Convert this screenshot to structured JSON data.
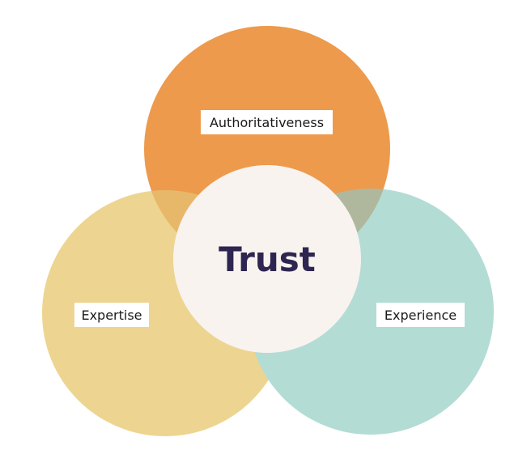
{
  "diagram": {
    "center_label": "Trust",
    "circles": [
      {
        "key": "top",
        "label": "Authoritativeness",
        "color": "#ED9A4C"
      },
      {
        "key": "left",
        "label": "Expertise",
        "color": "#EDD591"
      },
      {
        "key": "right",
        "label": "Experience",
        "color": "#B3DCD5"
      }
    ],
    "overlap_colors": {
      "top_left": "#E8B86A",
      "top_right": "#AFB89D"
    },
    "center_color": "#F8F3EF",
    "center_text_color": "#2E2550"
  }
}
